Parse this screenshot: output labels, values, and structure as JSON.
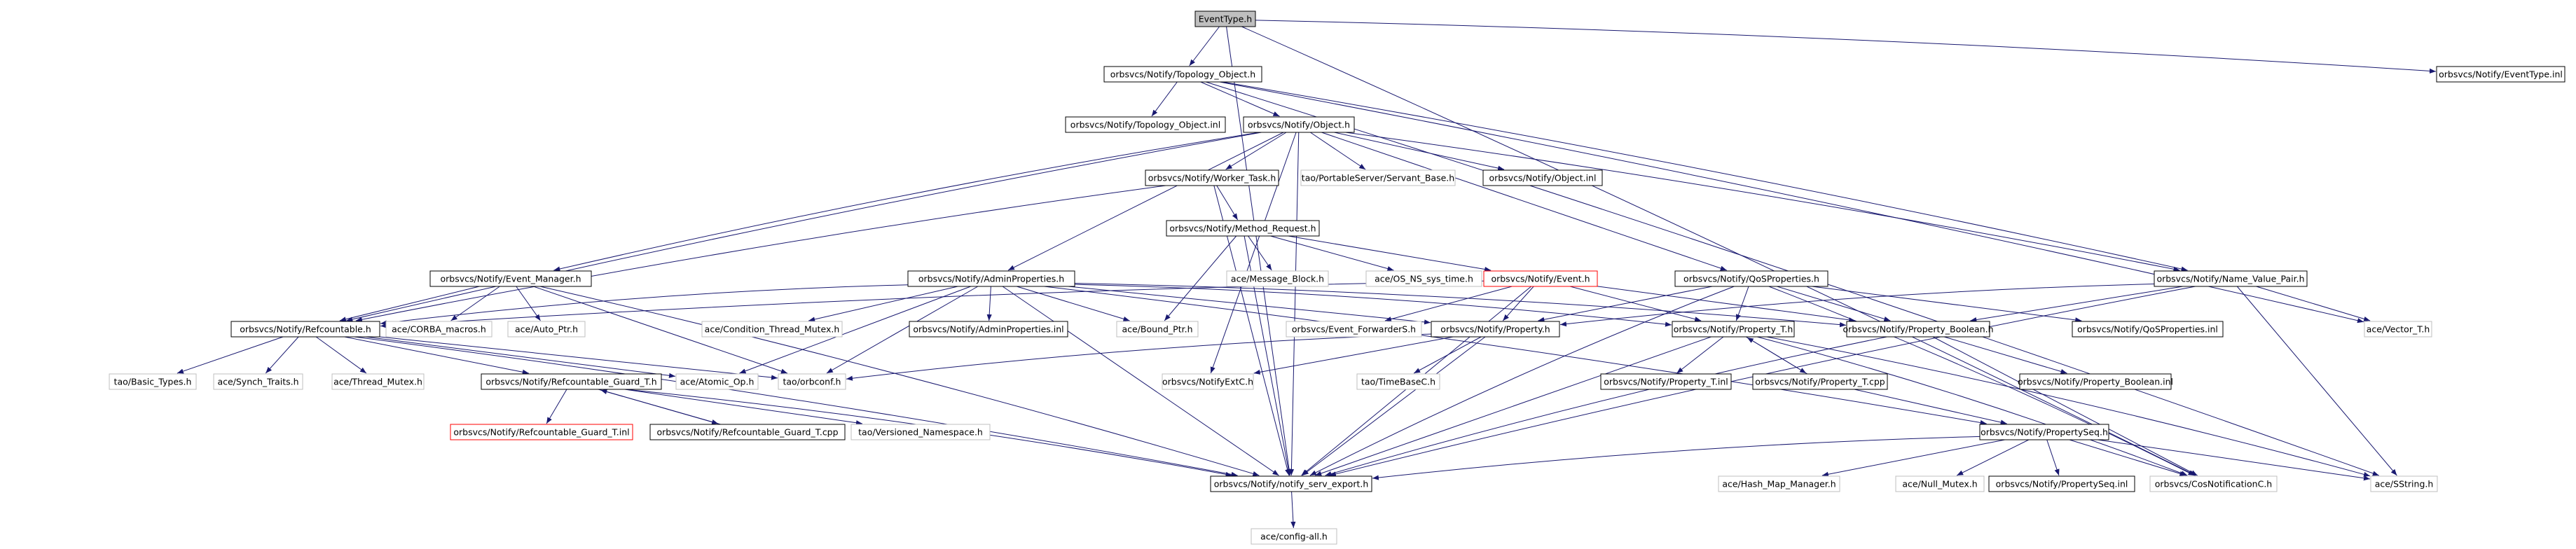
{
  "graph": {
    "root": "EventType.h",
    "style": {
      "edge_color": "#191970",
      "root_fill": "#bfbfbf",
      "box_border": "#000000",
      "missing_border": "#bfbfbf",
      "error_border": "#ff0000"
    },
    "nodes": [
      {
        "id": "n0",
        "label": "EventType.h",
        "type": "root"
      },
      {
        "id": "n1",
        "label": "orbsvcs/Notify/Topology_Object.h",
        "type": "box"
      },
      {
        "id": "n2",
        "label": "orbsvcs/Notify/EventType.inl",
        "type": "box"
      },
      {
        "id": "n3",
        "label": "orbsvcs/Notify/Topology_Object.inl",
        "type": "box"
      },
      {
        "id": "n4",
        "label": "orbsvcs/Notify/Object.h",
        "type": "box"
      },
      {
        "id": "n5",
        "label": "orbsvcs/Notify/Worker_Task.h",
        "type": "box"
      },
      {
        "id": "n6",
        "label": "tao/PortableServer/Servant_Base.h",
        "type": "missing"
      },
      {
        "id": "n7",
        "label": "orbsvcs/Notify/Object.inl",
        "type": "box"
      },
      {
        "id": "n8",
        "label": "orbsvcs/Notify/Method_Request.h",
        "type": "box"
      },
      {
        "id": "n9",
        "label": "ace/Message_Block.h",
        "type": "missing"
      },
      {
        "id": "n10",
        "label": "ace/OS_NS_sys_time.h",
        "type": "missing"
      },
      {
        "id": "n11",
        "label": "orbsvcs/Notify/Event.h",
        "type": "error"
      },
      {
        "id": "n12",
        "label": "orbsvcs/Notify/Event_Manager.h",
        "type": "box"
      },
      {
        "id": "n13",
        "label": "orbsvcs/Notify/AdminProperties.h",
        "type": "box"
      },
      {
        "id": "n14",
        "label": "orbsvcs/Notify/QoSProperties.h",
        "type": "box"
      },
      {
        "id": "n15",
        "label": "orbsvcs/Notify/Name_Value_Pair.h",
        "type": "box"
      },
      {
        "id": "n16",
        "label": "ace/CORBA_macros.h",
        "type": "missing"
      },
      {
        "id": "n17",
        "label": "ace/Auto_Ptr.h",
        "type": "missing"
      },
      {
        "id": "n18",
        "label": "ace/Condition_Thread_Mutex.h",
        "type": "missing"
      },
      {
        "id": "n19",
        "label": "orbsvcs/Notify/AdminProperties.inl",
        "type": "box"
      },
      {
        "id": "n20",
        "label": "ace/Bound_Ptr.h",
        "type": "missing"
      },
      {
        "id": "n21",
        "label": "orbsvcs/Event_ForwarderS.h",
        "type": "missing"
      },
      {
        "id": "n22",
        "label": "orbsvcs/Notify/Property.h",
        "type": "box"
      },
      {
        "id": "n23",
        "label": "orbsvcs/Notify/Property_T.h",
        "type": "box"
      },
      {
        "id": "n24",
        "label": "orbsvcs/Notify/Property_Boolean.h",
        "type": "box"
      },
      {
        "id": "n25",
        "label": "orbsvcs/Notify/QoSProperties.inl",
        "type": "box"
      },
      {
        "id": "n26",
        "label": "ace/Vector_T.h",
        "type": "missing"
      },
      {
        "id": "n27",
        "label": "orbsvcs/Notify/Refcountable.h",
        "type": "box"
      },
      {
        "id": "n28",
        "label": "tao/Basic_Types.h",
        "type": "missing"
      },
      {
        "id": "n29",
        "label": "ace/Synch_Traits.h",
        "type": "missing"
      },
      {
        "id": "n30",
        "label": "ace/Thread_Mutex.h",
        "type": "missing"
      },
      {
        "id": "n31",
        "label": "orbsvcs/Notify/Refcountable_Guard_T.h",
        "type": "box"
      },
      {
        "id": "n32",
        "label": "ace/Atomic_Op.h",
        "type": "missing"
      },
      {
        "id": "n33",
        "label": "tao/orbconf.h",
        "type": "missing"
      },
      {
        "id": "n34",
        "label": "orbsvcs/NotifyExtC.h",
        "type": "missing"
      },
      {
        "id": "n35",
        "label": "tao/TimeBaseC.h",
        "type": "missing"
      },
      {
        "id": "n36",
        "label": "orbsvcs/Notify/Property_T.inl",
        "type": "box"
      },
      {
        "id": "n37",
        "label": "orbsvcs/Notify/Property_T.cpp",
        "type": "box"
      },
      {
        "id": "n38",
        "label": "orbsvcs/Notify/Property_Boolean.inl",
        "type": "box"
      },
      {
        "id": "n39",
        "label": "orbsvcs/Notify/Refcountable_Guard_T.inl",
        "type": "error"
      },
      {
        "id": "n40",
        "label": "orbsvcs/Notify/Refcountable_Guard_T.cpp",
        "type": "box"
      },
      {
        "id": "n41",
        "label": "tao/Versioned_Namespace.h",
        "type": "missing"
      },
      {
        "id": "n42",
        "label": "orbsvcs/Notify/PropertySeq.h",
        "type": "box"
      },
      {
        "id": "n43",
        "label": "orbsvcs/Notify/notify_serv_export.h",
        "type": "box"
      },
      {
        "id": "n44",
        "label": "ace/Hash_Map_Manager.h",
        "type": "missing"
      },
      {
        "id": "n45",
        "label": "ace/Null_Mutex.h",
        "type": "missing"
      },
      {
        "id": "n46",
        "label": "orbsvcs/Notify/PropertySeq.inl",
        "type": "box"
      },
      {
        "id": "n47",
        "label": "orbsvcs/CosNotificationC.h",
        "type": "missing"
      },
      {
        "id": "n48",
        "label": "ace/SString.h",
        "type": "missing"
      },
      {
        "id": "n49",
        "label": "ace/config-all.h",
        "type": "missing"
      }
    ],
    "edges": [
      [
        "n0",
        "n1"
      ],
      [
        "n0",
        "n2"
      ],
      [
        "n0",
        "n43"
      ],
      [
        "n0",
        "n47"
      ],
      [
        "n1",
        "n3"
      ],
      [
        "n1",
        "n4"
      ],
      [
        "n1",
        "n15"
      ],
      [
        "n1",
        "n26"
      ],
      [
        "n1",
        "n48"
      ],
      [
        "n4",
        "n5"
      ],
      [
        "n4",
        "n6"
      ],
      [
        "n4",
        "n7"
      ],
      [
        "n4",
        "n12"
      ],
      [
        "n4",
        "n13"
      ],
      [
        "n4",
        "n14"
      ],
      [
        "n4",
        "n15"
      ],
      [
        "n4",
        "n27"
      ],
      [
        "n4",
        "n34"
      ],
      [
        "n4",
        "n43"
      ],
      [
        "n5",
        "n8"
      ],
      [
        "n5",
        "n27"
      ],
      [
        "n5",
        "n43"
      ],
      [
        "n8",
        "n9"
      ],
      [
        "n8",
        "n10"
      ],
      [
        "n8",
        "n11"
      ],
      [
        "n8",
        "n20"
      ],
      [
        "n8",
        "n43"
      ],
      [
        "n11",
        "n21"
      ],
      [
        "n11",
        "n22"
      ],
      [
        "n11",
        "n23"
      ],
      [
        "n11",
        "n24"
      ],
      [
        "n11",
        "n43"
      ],
      [
        "n11",
        "n27"
      ],
      [
        "n12",
        "n16"
      ],
      [
        "n12",
        "n17"
      ],
      [
        "n12",
        "n27"
      ],
      [
        "n12",
        "n33"
      ],
      [
        "n12",
        "n43"
      ],
      [
        "n13",
        "n18"
      ],
      [
        "n13",
        "n19"
      ],
      [
        "n13",
        "n20"
      ],
      [
        "n13",
        "n22"
      ],
      [
        "n13",
        "n23"
      ],
      [
        "n13",
        "n24"
      ],
      [
        "n13",
        "n27"
      ],
      [
        "n13",
        "n32"
      ],
      [
        "n13",
        "n33"
      ],
      [
        "n13",
        "n43"
      ],
      [
        "n13",
        "n42"
      ],
      [
        "n14",
        "n22"
      ],
      [
        "n14",
        "n23"
      ],
      [
        "n14",
        "n24"
      ],
      [
        "n14",
        "n25"
      ],
      [
        "n14",
        "n43"
      ],
      [
        "n14",
        "n47"
      ],
      [
        "n15",
        "n22"
      ],
      [
        "n15",
        "n24"
      ],
      [
        "n15",
        "n26"
      ],
      [
        "n15",
        "n43"
      ],
      [
        "n15",
        "n48"
      ],
      [
        "n22",
        "n33"
      ],
      [
        "n22",
        "n34"
      ],
      [
        "n22",
        "n35"
      ],
      [
        "n22",
        "n43"
      ],
      [
        "n23",
        "n36"
      ],
      [
        "n23",
        "n37"
      ],
      [
        "n23",
        "n43"
      ],
      [
        "n23",
        "n47"
      ],
      [
        "n23",
        "n48"
      ],
      [
        "n24",
        "n38"
      ],
      [
        "n24",
        "n43"
      ],
      [
        "n24",
        "n47"
      ],
      [
        "n27",
        "n28"
      ],
      [
        "n27",
        "n29"
      ],
      [
        "n27",
        "n30"
      ],
      [
        "n27",
        "n31"
      ],
      [
        "n27",
        "n32"
      ],
      [
        "n27",
        "n33"
      ],
      [
        "n27",
        "n43"
      ],
      [
        "n31",
        "n39"
      ],
      [
        "n31",
        "n40"
      ],
      [
        "n31",
        "n41"
      ],
      [
        "n31",
        "n43"
      ],
      [
        "n37",
        "n23"
      ],
      [
        "n37",
        "n42"
      ],
      [
        "n40",
        "n31"
      ],
      [
        "n42",
        "n43"
      ],
      [
        "n42",
        "n44"
      ],
      [
        "n42",
        "n45"
      ],
      [
        "n42",
        "n46"
      ],
      [
        "n42",
        "n47"
      ],
      [
        "n42",
        "n48"
      ],
      [
        "n43",
        "n49"
      ]
    ]
  }
}
